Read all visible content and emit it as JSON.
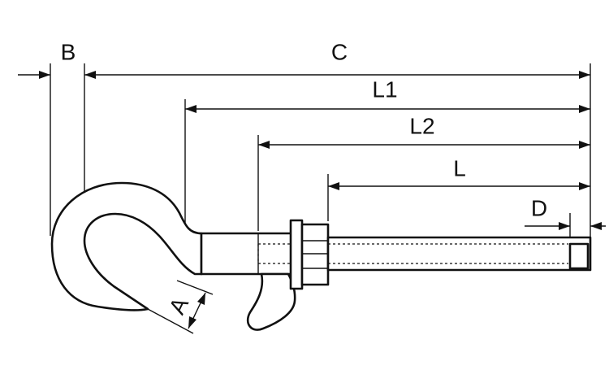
{
  "drawing": {
    "dimension_labels": {
      "A": "A",
      "B": "B",
      "C": "C",
      "L1": "L1",
      "L2": "L2",
      "L": "L",
      "D": "D"
    }
  }
}
